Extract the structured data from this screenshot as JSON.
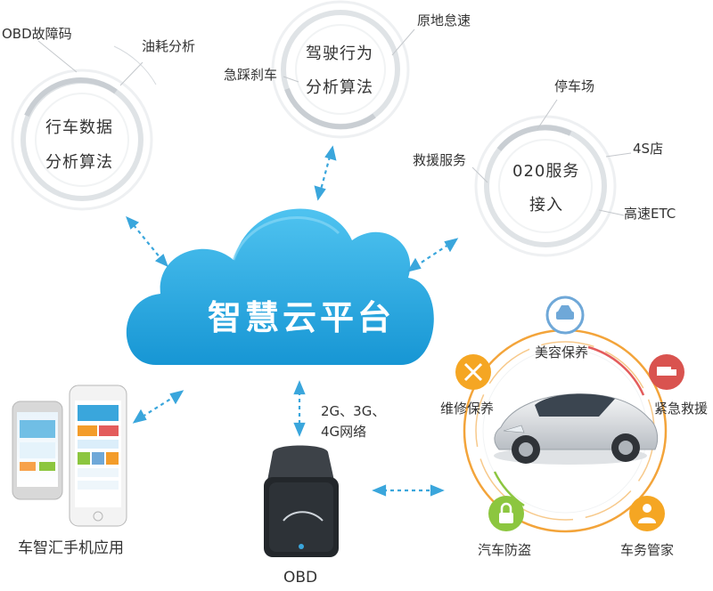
{
  "platform": {
    "title": "智慧云平台"
  },
  "nodes": {
    "driving_data": {
      "line1": "行车数据",
      "line2": "分析算法",
      "tags": [
        "OBD故障码",
        "油耗分析"
      ]
    },
    "driving_behavior": {
      "line1": "驾驶行为",
      "line2": "分析算法",
      "tags": [
        "急踩刹车",
        "原地怠速"
      ]
    },
    "o2o_service": {
      "line1": "020服务",
      "line2": "接入",
      "tags": [
        "停车场",
        "救援服务",
        "4S店",
        "高速ETC"
      ]
    }
  },
  "network": {
    "line1": "2G、3G、",
    "line2": "4G网络"
  },
  "app": {
    "label": "车智汇手机应用"
  },
  "obd": {
    "label": "OBD"
  },
  "services": {
    "beauty": "美容保养",
    "repair": "维修保养",
    "rescue": "紧急救援",
    "antitheft": "汽车防盗",
    "steward": "车务管家"
  },
  "colors": {
    "cloud": "#1ea7e1",
    "cloud_light": "#5cc7f2",
    "arrow": "#3aa6dc",
    "ring_orange": "#f39c2a",
    "ring_grey": "#e6e9ec",
    "icon_beauty": "#6fa8d8",
    "icon_repair": "#f5a623",
    "icon_rescue": "#d9534f",
    "icon_antitheft": "#8cc63f",
    "icon_steward": "#f5a623"
  }
}
